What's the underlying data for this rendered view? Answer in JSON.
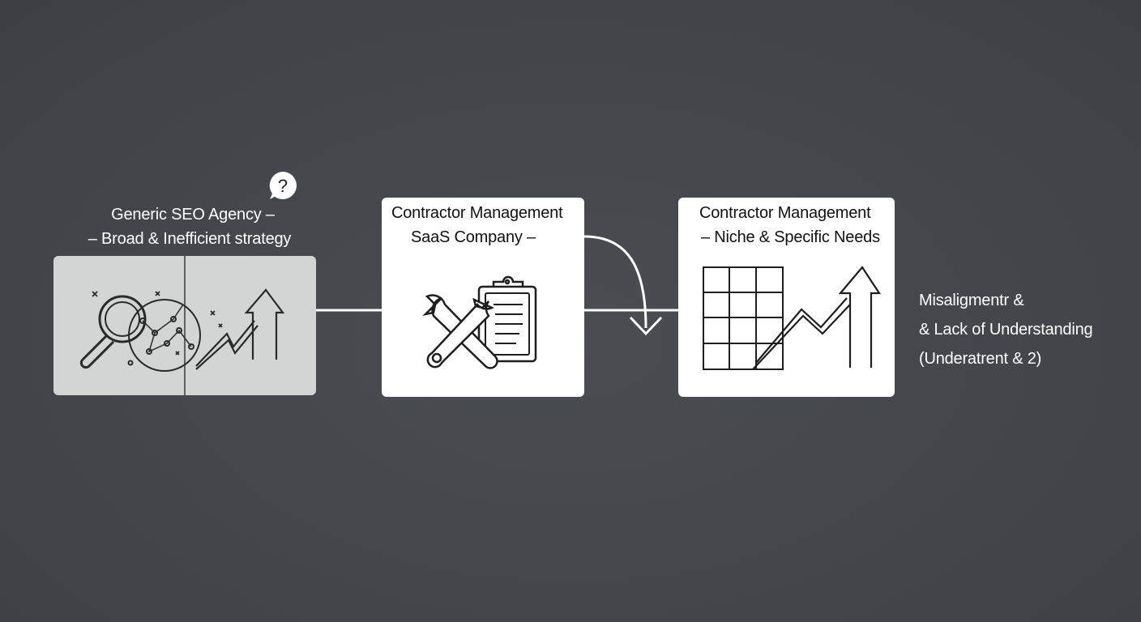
{
  "stage1": {
    "title_line1": "Generic SEO Agency –",
    "title_line2": "– Broad & Inefficient strategy",
    "question_mark": "?",
    "icons": [
      "magnifier-icon",
      "scattered-network-icon",
      "trend-up-arrow-icon"
    ]
  },
  "stage2": {
    "title_line1": "Contractor Management",
    "title_line2": "SaaS Company –",
    "icons": [
      "wrench-icon",
      "clipboard-icon"
    ]
  },
  "stage3": {
    "title_line1": "Contractor Management",
    "title_line2": "– Niche & Specific Needs",
    "icons": [
      "grid-table-icon",
      "trend-up-arrow-icon"
    ]
  },
  "outcome": {
    "line1": "Misaligmentr &",
    "line2": "& Lack of Understanding",
    "line3": "(Underatrent & 2)"
  },
  "colors": {
    "background": "#45484d",
    "box_grey": "#d3d4d4",
    "box_white": "#ffffff",
    "text_light": "#ffffff",
    "text_dark": "#111111",
    "stroke": "#2a2a2a"
  }
}
